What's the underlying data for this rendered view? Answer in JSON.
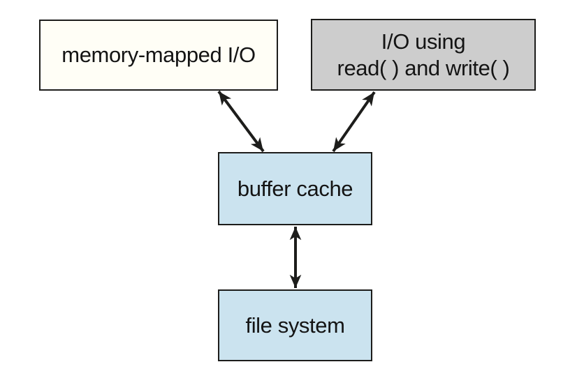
{
  "diagram": {
    "background_color": "#ffffff",
    "line_color": "#1d1d1b",
    "text_color": "#141414",
    "nodes": [
      {
        "id": "memory-mapped-io",
        "label": "memory-mapped I/O",
        "fill_color": "#fffef6"
      },
      {
        "id": "io-read-write",
        "label_lines": [
          "I/O using",
          "read( ) and write( )"
        ],
        "fill_color": "#cdcdcd"
      },
      {
        "id": "buffer-cache",
        "label": "buffer cache",
        "fill_color": "#cbe3ef"
      },
      {
        "id": "file-system",
        "label": "file system",
        "fill_color": "#cbe3ef"
      }
    ],
    "edges": [
      {
        "from": "memory-mapped-io",
        "to": "buffer-cache",
        "style": "double-headed-arrow"
      },
      {
        "from": "io-read-write",
        "to": "buffer-cache",
        "style": "double-headed-arrow"
      },
      {
        "from": "buffer-cache",
        "to": "file-system",
        "style": "double-headed-arrow"
      }
    ]
  }
}
